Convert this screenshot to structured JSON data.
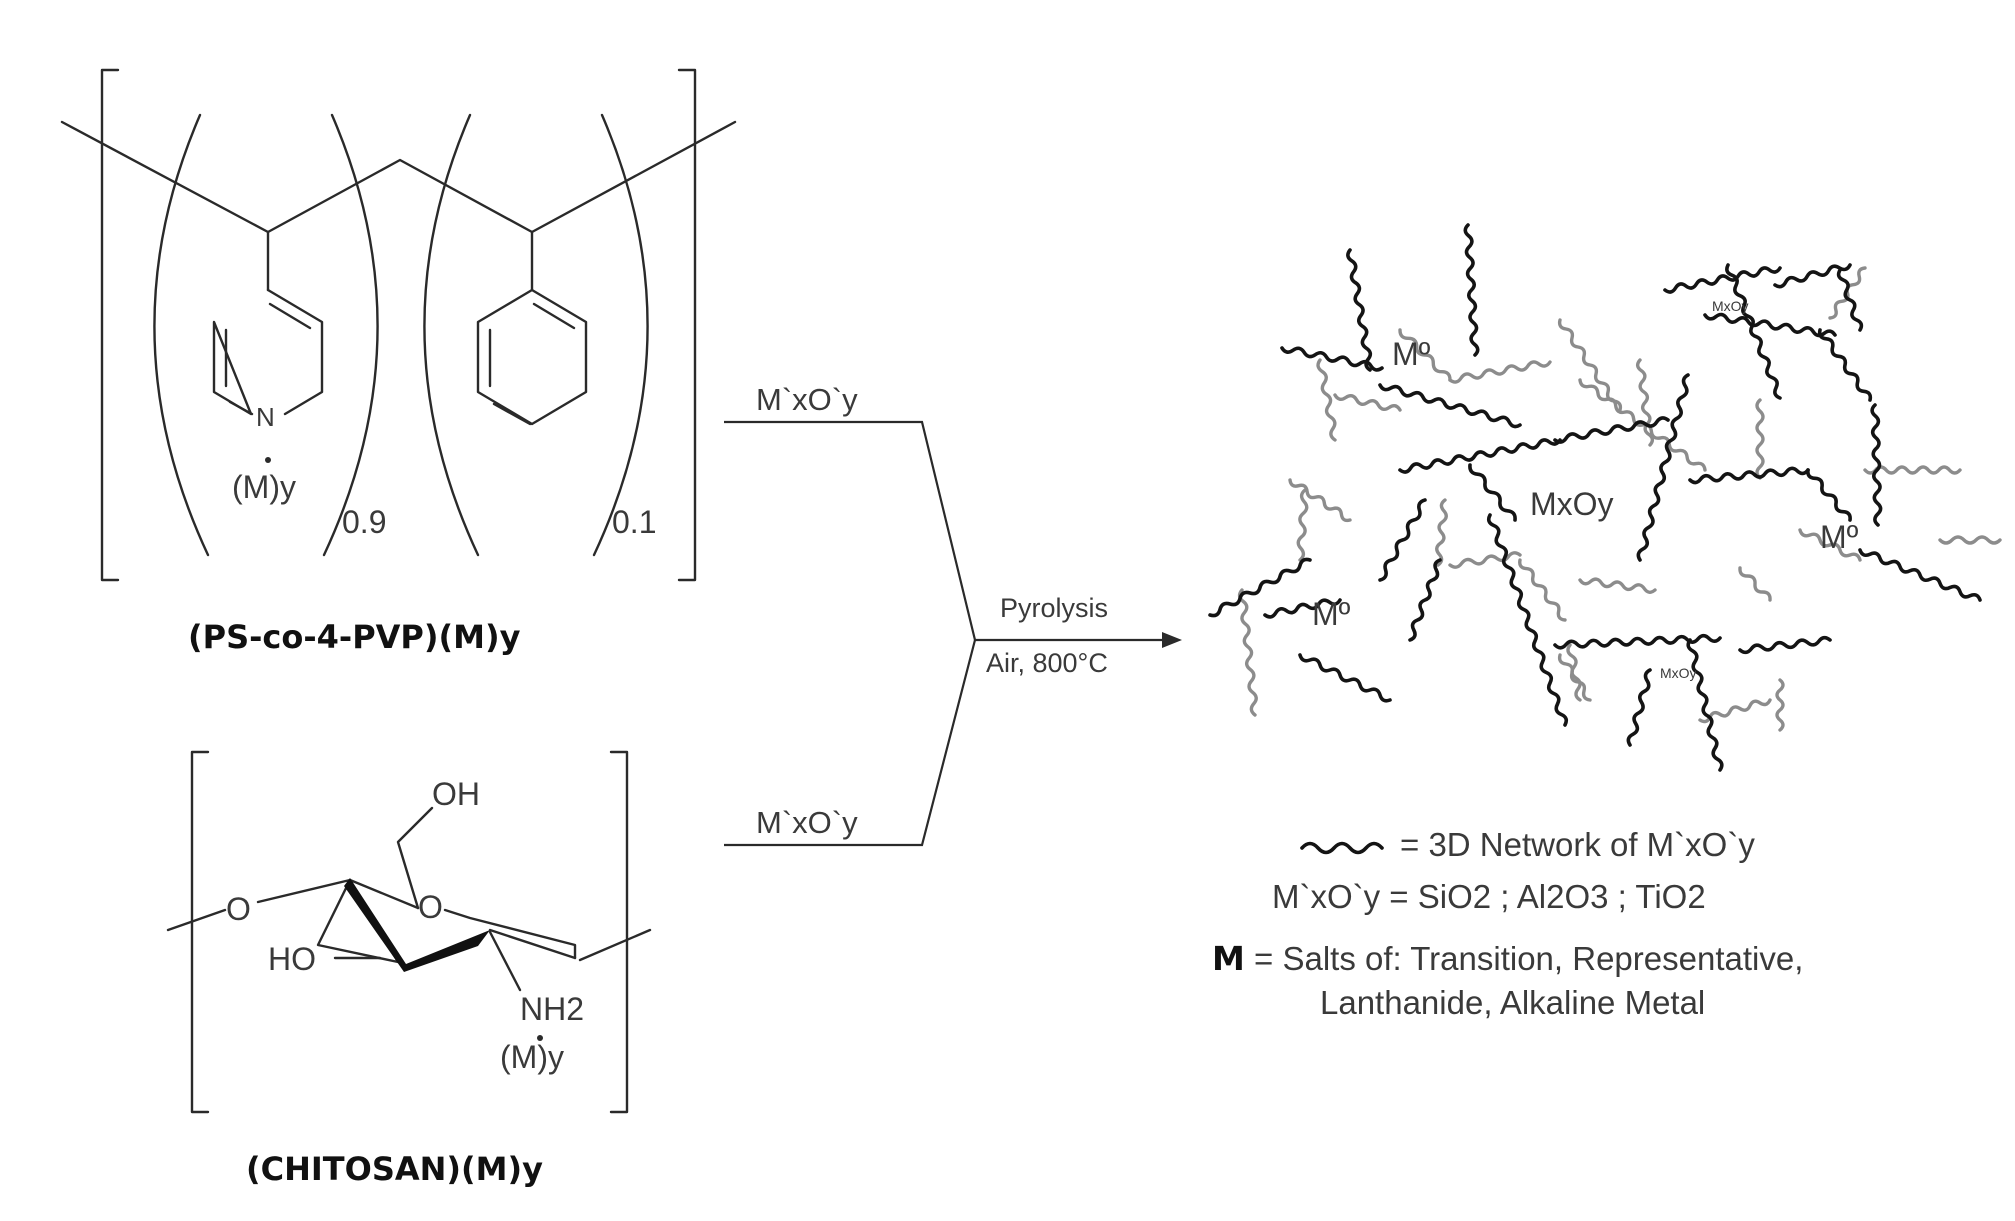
{
  "polymer1": {
    "name": "(PS-co-4-PVP)(M)y",
    "n_atom": "N",
    "metal_label": "(M)y",
    "fraction_left": "0.9",
    "fraction_right": "0.1"
  },
  "polymer2": {
    "name": "(CHITOSAN)(M)y",
    "oh_top": "OH",
    "ring_o": "O",
    "link_o": "O",
    "ho_left": "HO",
    "amine": "NH2",
    "metal_label": "(M)y"
  },
  "reagents": {
    "top": "M`xO`y",
    "bottom": "M`xO`y"
  },
  "reaction": {
    "condition_1": "Pyrolysis",
    "condition_2": "Air, 800°C"
  },
  "network_labels": {
    "mo_1": "Mº",
    "mo_2": "Mº",
    "mo_3": "Mº",
    "mxoy_center": "MxOy",
    "mxoy_small_1": "MxOy",
    "mxoy_small_2": "MxOy"
  },
  "legend": {
    "line_1": "= 3D Network of M`xO`y",
    "line_2": "M`xO`y = SiO2 ;  Al2O3 ;  TiO2",
    "line_3_bold": "M",
    "line_3": " = Salts of: Transition, Representative,",
    "line_4": "Lanthanide, Alkaline Metal"
  },
  "colors": {
    "ink": "#2a2a2a",
    "chain_dark": "#141414",
    "chain_grey": "#8c8c8c"
  }
}
